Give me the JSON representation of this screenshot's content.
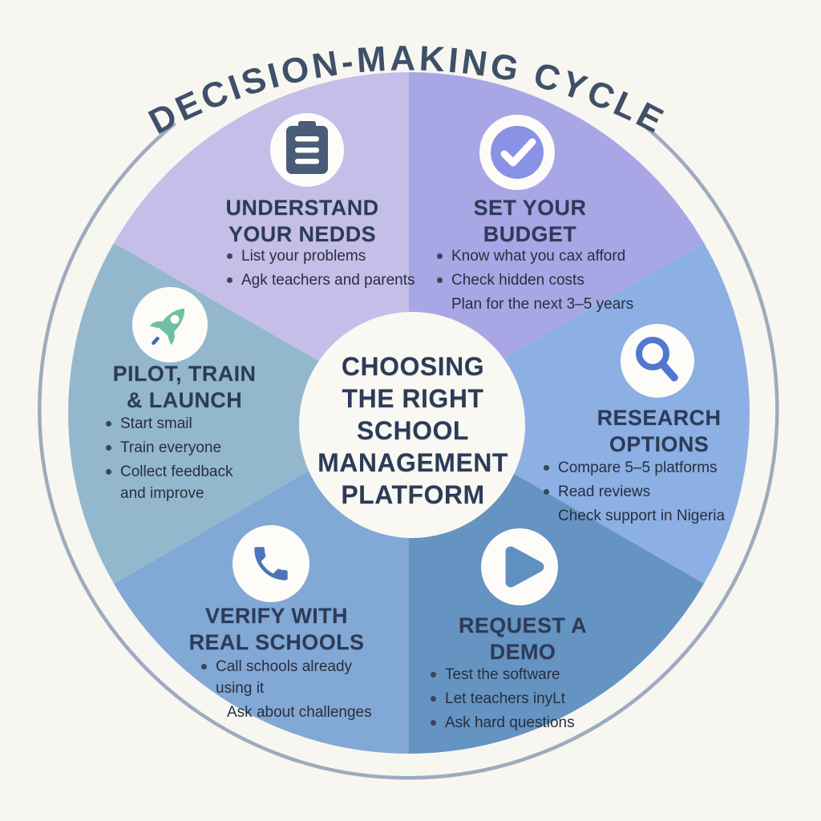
{
  "title": "DECISION-MAKING CYCLE",
  "theme": {
    "background_color": "#f8f6f1",
    "title_color": "#3f5069",
    "heading_color": "#2c3b58",
    "body_text_color": "#272f3d",
    "bullet_color": "#39455c",
    "ring_color": "#9dabbe",
    "center_circle_color": "#faf8f2",
    "icon_circle_color": "#fdfcf9"
  },
  "center": {
    "lines": [
      "CHOOSING",
      "THE RIGHT",
      "SCHOOL",
      "MANAGEMENT",
      "PLATFORM"
    ]
  },
  "segments": [
    {
      "name": "understand-your-needs",
      "icon": "clipboard-icon",
      "color": "#c5bee9",
      "icon_color": "#4a5c77",
      "title_lines": [
        "UNDERSTAND",
        "YOUR NEDDS"
      ],
      "items": [
        {
          "text": "List your problems",
          "bullet": true
        },
        {
          "text": "Agk teachers and parents",
          "bullet": true
        }
      ]
    },
    {
      "name": "set-your-budget",
      "icon": "checkmark-icon",
      "color": "#a8a6e5",
      "icon_color": "#8a92e6",
      "title_lines": [
        "SET YOUR",
        "BUDGET"
      ],
      "items": [
        {
          "text": "Know what you cax afford",
          "bullet": true
        },
        {
          "text": "Check hidden costs",
          "bullet": true
        },
        {
          "text": "Plan for the next 3–5 years",
          "bullet": false
        }
      ]
    },
    {
      "name": "research-options",
      "icon": "magnifier-icon",
      "color": "#8cafe4",
      "icon_color": "#5377cf",
      "title_lines": [
        "RESEARCH",
        "OPTIONS"
      ],
      "items": [
        {
          "text": "Compare 5–5 platforms",
          "bullet": true
        },
        {
          "text": "Read reviews",
          "bullet": true
        },
        {
          "text": "Check support in Nigeria",
          "bullet": false
        }
      ]
    },
    {
      "name": "request-a-demo",
      "icon": "play-icon",
      "color": "#6593c2",
      "icon_color": "#6090c0",
      "title_lines": [
        "REQUEST A",
        "DEMO"
      ],
      "items": [
        {
          "text": "Test the software",
          "bullet": true
        },
        {
          "text": "Let teachers inyLt",
          "bullet": true
        },
        {
          "text": "Ask hard questions",
          "bullet": true
        }
      ]
    },
    {
      "name": "verify-with-real-schools",
      "icon": "phone-icon",
      "color": "#82a8d5",
      "icon_color": "#4e73b8",
      "title_lines": [
        "VERIFY WITH",
        "REAL SCHOOLS"
      ],
      "items": [
        {
          "text": "Call schools already using it",
          "bullet": true
        },
        {
          "text": "Ask about challenges",
          "bullet": false
        }
      ]
    },
    {
      "name": "pilot-train-and-launch",
      "icon": "rocket-icon",
      "color": "#93b8cd",
      "icon_color": "#6fc0a3",
      "rocket_exhaust_color": "#3f69b4",
      "title_lines": [
        "PILOT, TRAIN",
        "& LAUNCH"
      ],
      "items": [
        {
          "text": "Start smail",
          "bullet": true
        },
        {
          "text": "Train everyone",
          "bullet": true
        },
        {
          "text": "Collect feedback and improve",
          "bullet": true
        }
      ]
    }
  ]
}
